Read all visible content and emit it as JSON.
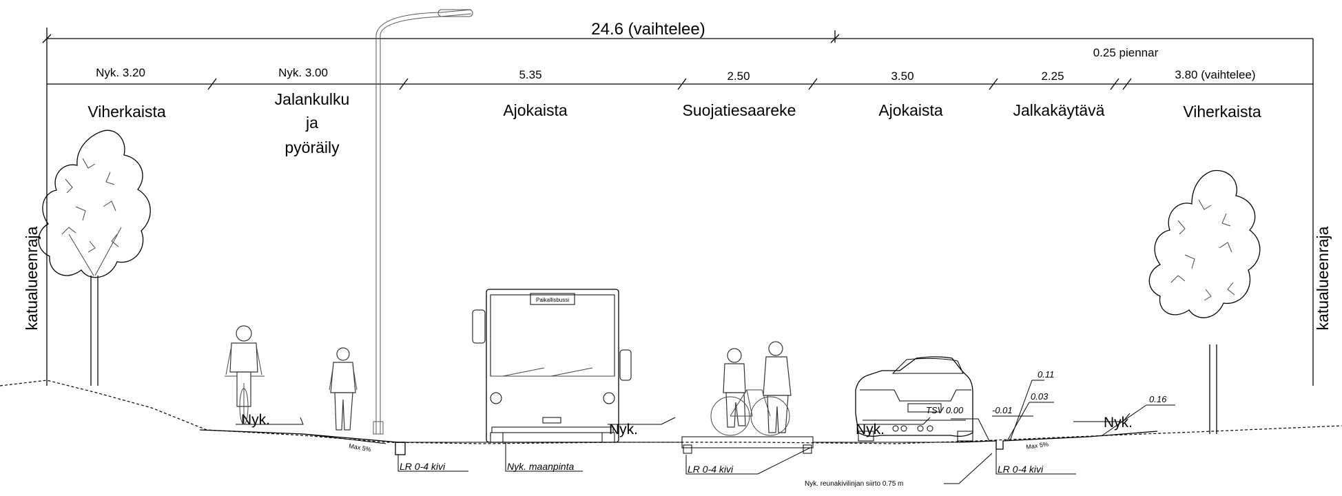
{
  "overall": {
    "total_width": "24.6 (vaihtelee)",
    "shoulder": "0.25 piennar"
  },
  "widths": [
    "Nyk. 3.20",
    "Nyk. 3.00",
    "5.35",
    "2.50",
    "3.50",
    "2.25",
    "3.80 (vaihtelee)"
  ],
  "zones": {
    "green_left": "Viherkaista",
    "walk_cycle": [
      "Jalankulku",
      "ja",
      "pyöräily"
    ],
    "lane_left": "Ajokaista",
    "island": "Suojatiesaareke",
    "lane_right": "Ajokaista",
    "sidewalk": "Jalkakäytävä",
    "green_right": "Viherkaista"
  },
  "boundary_label": "katualueenraja",
  "existing_label": "Nyk.",
  "slope": "Max 5%",
  "material": "LR 0-4 kivi",
  "ground": "Nyk. maanpinta",
  "bus_sign": "Paikallisbussi",
  "curb_note": "Nyk. reunakivilinjan siirto 0.75 m",
  "levels": {
    "tsv": "TSV 0.00",
    "l1": "-0.01",
    "l2": "0.11",
    "l3": "0.03",
    "l4": "0.16"
  },
  "icons": [
    "tree-icon",
    "cyclist-icon",
    "pedestrian-icon",
    "bus-icon",
    "street-lamp-icon",
    "car-icon",
    "people-with-bike-icon"
  ]
}
